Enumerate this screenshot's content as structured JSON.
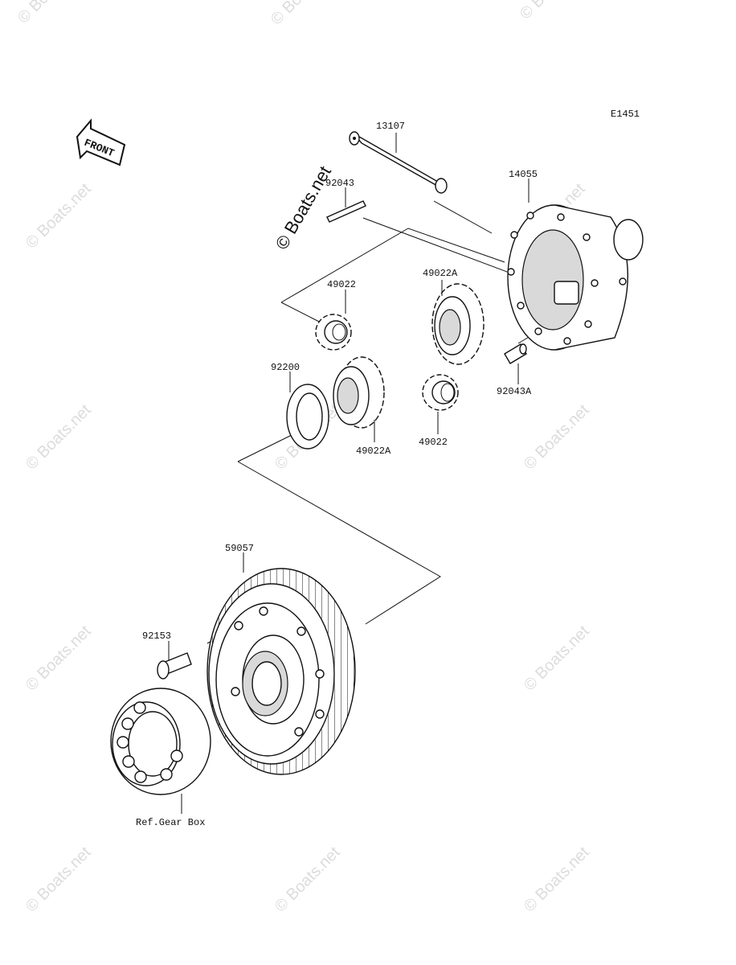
{
  "diagram": {
    "code": "E1451",
    "front_label": "FRONT",
    "watermark": "© Boats.net",
    "reference_label": "Ref.Gear Box",
    "parts": {
      "p13107": "13107",
      "p14055": "14055",
      "p92043": "92043",
      "p49022_top": "49022",
      "p49022A_top": "49022A",
      "p92200": "92200",
      "p49022A_bottom": "49022A",
      "p49022_bottom": "49022",
      "p92043A": "92043A",
      "p59057": "59057",
      "p92153": "92153"
    }
  }
}
